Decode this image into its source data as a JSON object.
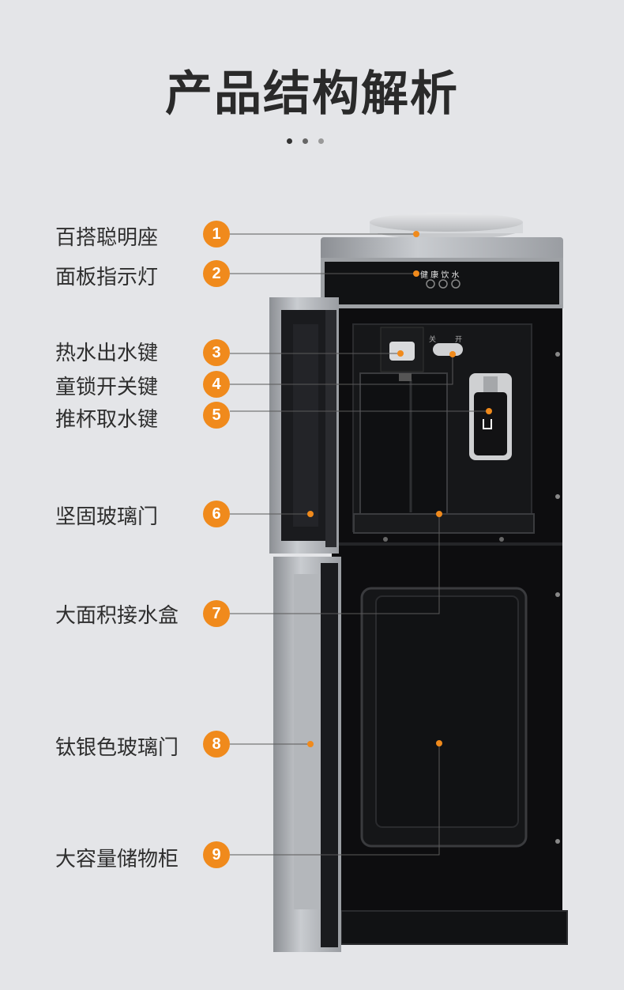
{
  "title": "产品结构解析",
  "panel_text": "健 康 饮 水",
  "switch_labels": {
    "off": "关",
    "on": "开"
  },
  "features": [
    {
      "num": "1",
      "label": "百搭聪明座"
    },
    {
      "num": "2",
      "label": "面板指示灯"
    },
    {
      "num": "3",
      "label": "热水出水键"
    },
    {
      "num": "4",
      "label": "童锁开关键"
    },
    {
      "num": "5",
      "label": "推杯取水键"
    },
    {
      "num": "6",
      "label": "坚固玻璃门"
    },
    {
      "num": "7",
      "label": "大面积接水盒"
    },
    {
      "num": "8",
      "label": "钛银色玻璃门"
    },
    {
      "num": "9",
      "label": "大容量储物柜"
    }
  ],
  "colors": {
    "accent": "#f08a1c",
    "background": "#e4e5e8",
    "body": "#0d0d0f"
  }
}
